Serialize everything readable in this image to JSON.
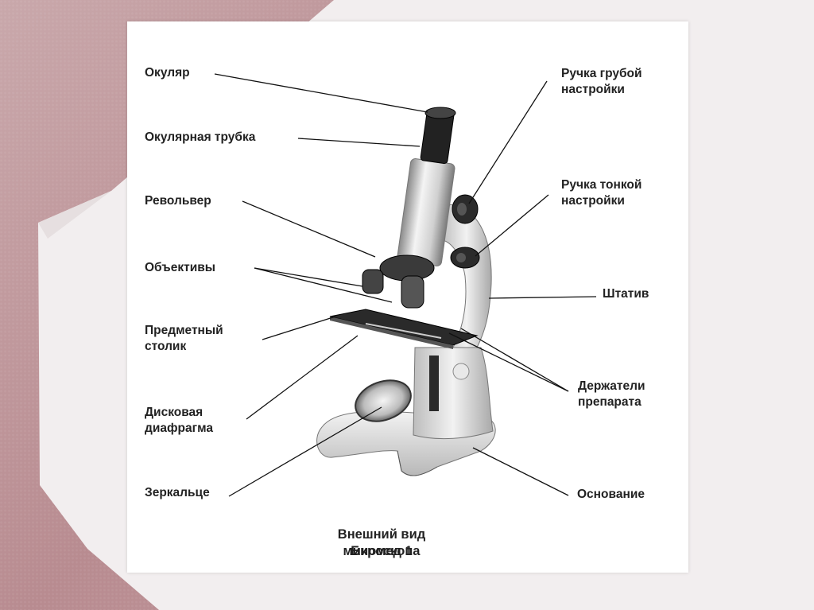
{
  "labels": {
    "eyepiece": "Окуляр",
    "eyepiece_tube": "Окулярная трубка",
    "revolver": "Револьвер",
    "objectives": "Объективы",
    "stage": "Предметный\nстолик",
    "disc_diaphragm": "Дисковая\nдиафрагма",
    "mirror": "Зеркальце",
    "coarse_knob": "Ручка грубой\nнастройки",
    "fine_knob": "Ручка тонкой\nнастройки",
    "stand": "Штатив",
    "slide_holders": "Держатели\nпрепарата",
    "base": "Основание"
  },
  "caption": {
    "line1": "Внешний вид микроскопа",
    "line2": "Биомед 1"
  }
}
